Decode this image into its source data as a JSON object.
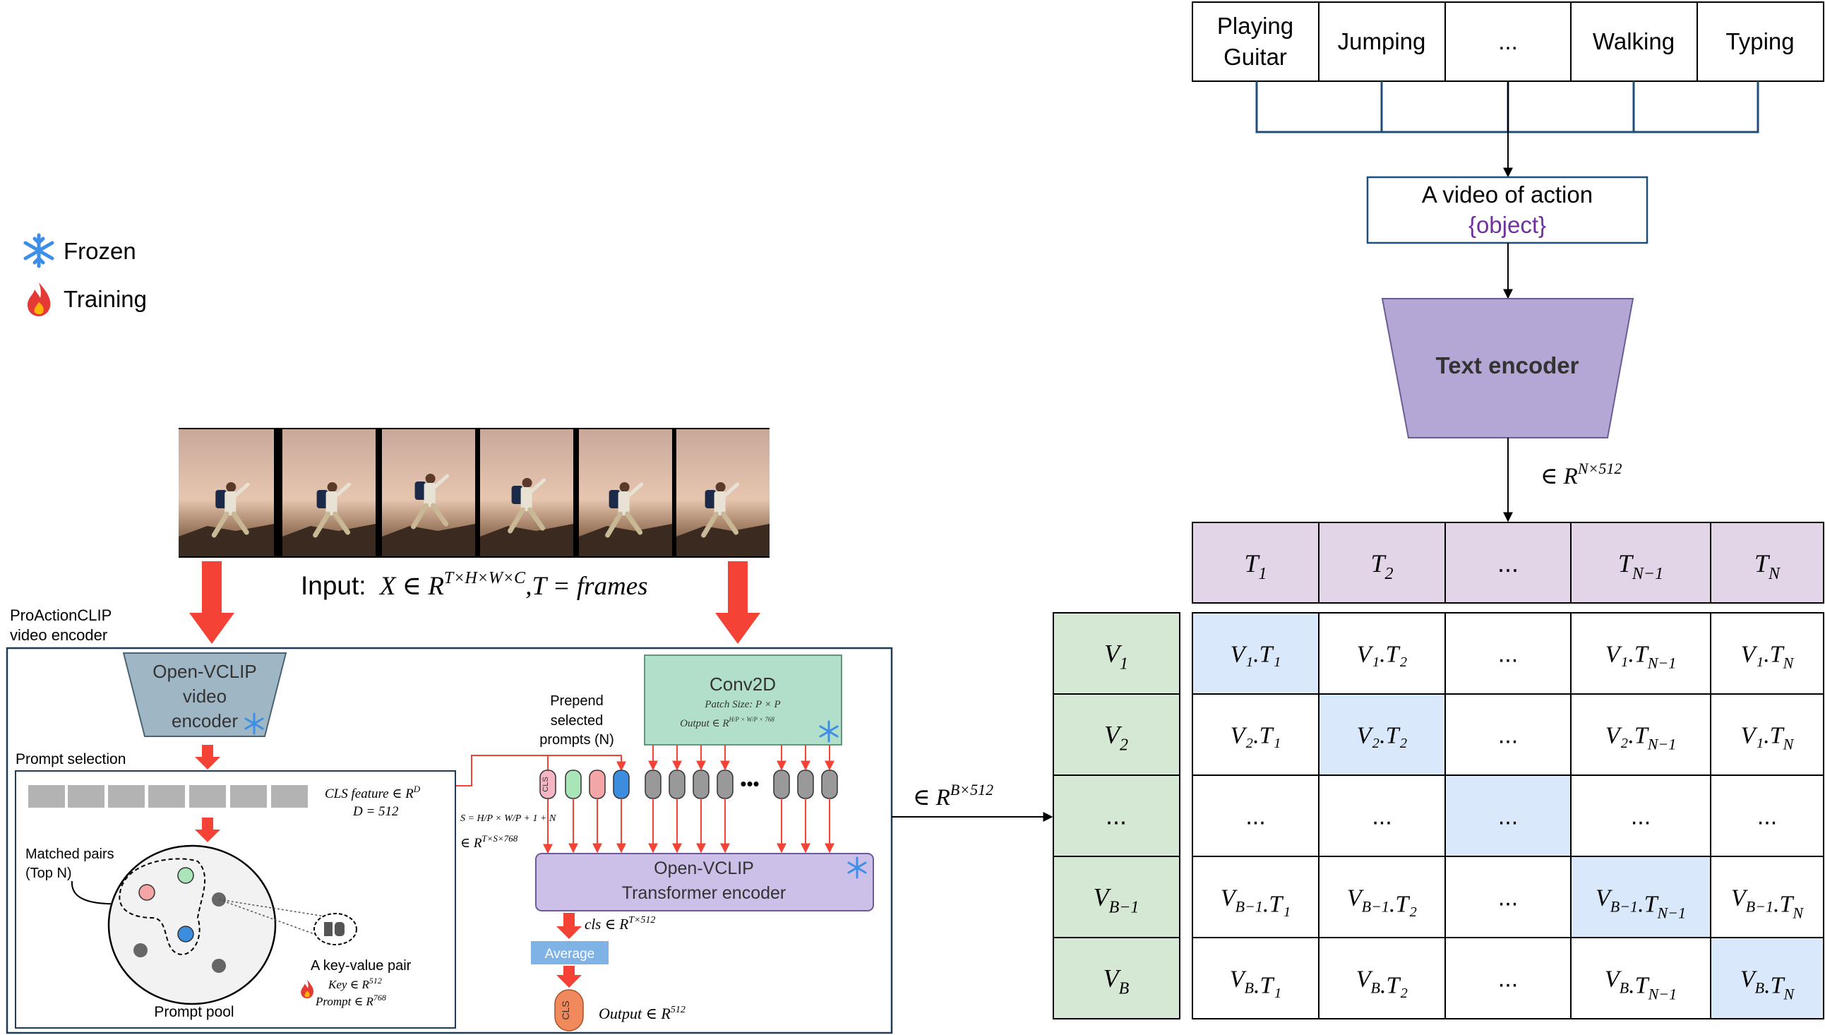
{
  "legend": {
    "frozen": "Frozen",
    "training": "Training"
  },
  "actions": [
    "Playing",
    "Guitar",
    "Jumping",
    "...",
    "Walking",
    "Typing"
  ],
  "prompt_template": {
    "line1": "A video of action",
    "line2": "{object}"
  },
  "text_encoder": "Text encoder",
  "text_dim": "∈ R",
  "text_dim_sup": "N×512",
  "text_features": [
    {
      "b": "T",
      "s": "1"
    },
    {
      "b": "T",
      "s": "2"
    },
    {
      "b": "...",
      "s": ""
    },
    {
      "b": "T",
      "s": "N−1"
    },
    {
      "b": "T",
      "s": "N"
    }
  ],
  "video_features": [
    {
      "b": "V",
      "s": "1"
    },
    {
      "b": "V",
      "s": "2"
    },
    {
      "b": "...",
      "s": ""
    },
    {
      "b": "V",
      "s": "B−1"
    },
    {
      "b": "V",
      "s": "B"
    }
  ],
  "matrix": [
    [
      "V₁.T₁",
      "V₁.T₂",
      "...",
      "V₁.T_N−1",
      "V₁.T_N"
    ],
    [
      "V₂.T₁",
      "V₂.T₂",
      "...",
      "V₂.T_N−1",
      "V₁.T_N"
    ],
    [
      "...",
      "...",
      "...",
      "...",
      "..."
    ],
    [
      "V_B−1.T₁",
      "V_B−1.T₂",
      "...",
      "V_B−1.T_N−1",
      "V_B−1.T_N"
    ],
    [
      "V_B.T₁",
      "V_B.T₂",
      "...",
      "V_B.T_N−1",
      "V_B.T_N"
    ]
  ],
  "video_dim": "∈ R",
  "video_dim_sup": "B×512",
  "input_label": {
    "prefix": "Input:",
    "formula": "X ∈ R",
    "sup": "T×H×W×C",
    "suffix": ",T = frames"
  },
  "encoder_title": {
    "line1": "ProActionCLIP",
    "line2": "video encoder"
  },
  "open_vclip_video_encoder": [
    "Open-VCLIP",
    "video",
    "encoder"
  ],
  "prompt_selection": "Prompt selection",
  "cls_feature": {
    "line1": "CLS feature ∈ R",
    "sup1": "D",
    "line2": "D = 512"
  },
  "matched_pairs": {
    "line1": "Matched pairs",
    "line2": "(Top N)"
  },
  "key_value_pair": {
    "title": "A key-value pair",
    "key": "Key ∈ R",
    "key_sup": "512",
    "prompt": "Prompt ∈ R",
    "prompt_sup": "768"
  },
  "prompt_pool": "Prompt pool",
  "prepend": [
    "Prepend",
    "selected",
    "prompts (N)"
  ],
  "conv2d": {
    "title": "Conv2D",
    "patch": "Patch Size: P × P",
    "output": "Output ∈ R",
    "output_sup": "H/P × W/P × 768"
  },
  "seq_formula": "S = H/P × W/P + 1 + N",
  "seq_dim": "∈ R",
  "seq_dim_sup": "T×S×768",
  "cls_token": "CLS",
  "ellipsis": "•••",
  "transformer": {
    "line1": "Open-VCLIP",
    "line2": "Transformer encoder"
  },
  "cls_dim": "cls  ∈ R",
  "cls_dim_sup": "T×512",
  "average": "Average",
  "output_label": "Output ∈ R",
  "output_sup": "512",
  "colors": {
    "green_fill": "#d5e8d4",
    "purple_fill": "#e1d5e7",
    "encoder_purple": "#b4a7d6",
    "highlight_blue": "#dae8fc",
    "arrow_red": "#f44336",
    "grey_bar": "#b3b3b3",
    "vclip_blue": "#9fb6c5",
    "conv_green": "#b2dfc9",
    "average_blue": "#7fb3e6",
    "cls_orange": "#f08a5d"
  }
}
